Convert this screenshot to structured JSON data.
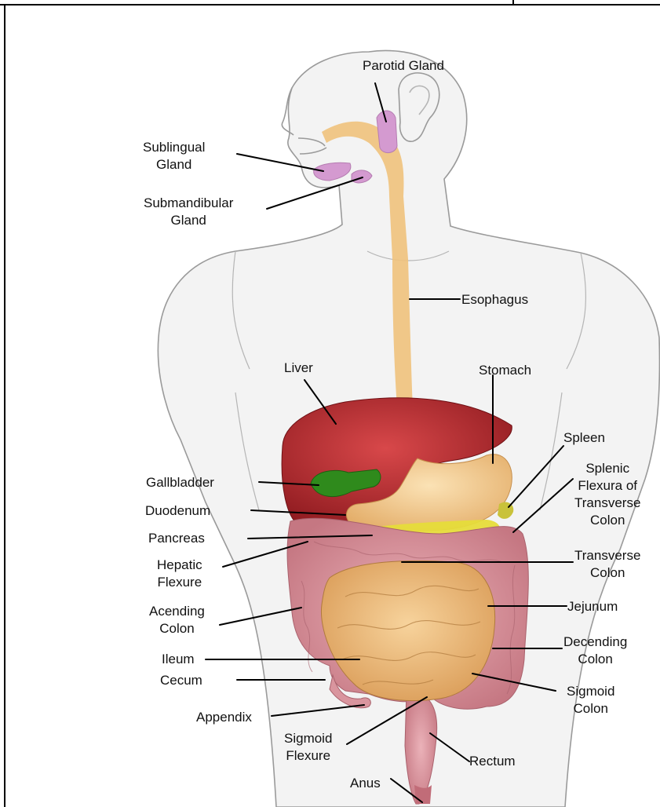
{
  "labels": {
    "parotid": [
      "Parotid Gland"
    ],
    "sublingual": [
      "Sublingual",
      "Gland"
    ],
    "submandibular": [
      "Submandibular",
      "Gland"
    ],
    "esophagus": [
      "Esophagus"
    ],
    "liver": [
      "Liver"
    ],
    "stomach": [
      "Stomach"
    ],
    "spleen": [
      "Spleen"
    ],
    "splenic_flexura": [
      "Splenic",
      "Flexura of",
      "Transverse",
      "Colon"
    ],
    "gallbladder": [
      "Gallbladder"
    ],
    "duodenum": [
      "Duodenum"
    ],
    "pancreas": [
      "Pancreas"
    ],
    "hepatic_flexure": [
      "Hepatic",
      "Flexure"
    ],
    "transverse_colon": [
      "Transverse",
      "Colon"
    ],
    "acending_colon": [
      "Acending",
      "Colon"
    ],
    "jejunum": [
      "Jejunum"
    ],
    "ileum": [
      "Ileum"
    ],
    "decending_colon": [
      "Decending",
      "Colon"
    ],
    "cecum": [
      "Cecum"
    ],
    "sigmoid_colon": [
      "Sigmoid",
      "Colon"
    ],
    "appendix": [
      "Appendix"
    ],
    "sigmoid_flexure": [
      "Sigmoid",
      "Flexure"
    ],
    "rectum": [
      "Rectum"
    ],
    "anus": [
      "Anus"
    ]
  },
  "colors": {
    "liver": "#b8242a",
    "gallbladder": "#2f8a1c",
    "stomach": "#f1c98a",
    "esophagus": "#f0c27c",
    "pancreas": "#e6dc3a",
    "large_intestine": "#d9959e",
    "small_intestine": "#e8b87a",
    "salivary_glands": "#d49ad0",
    "body_outline": "#9a9a9a",
    "body_fill": "#f3f3f3"
  }
}
